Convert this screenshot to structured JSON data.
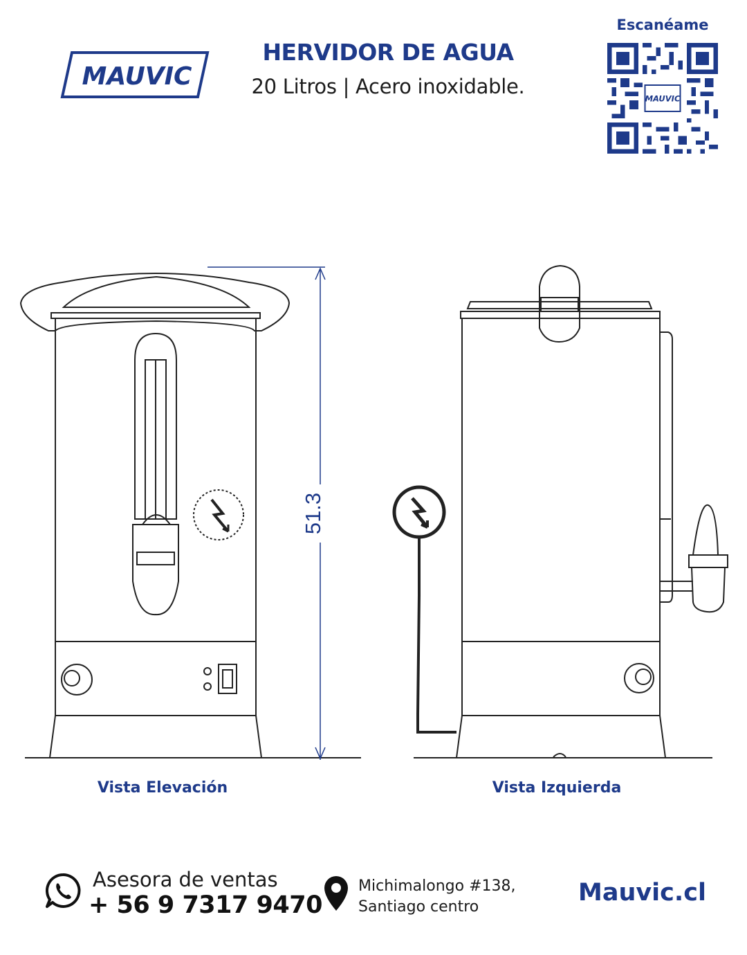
{
  "brand": {
    "logo_text": "MAUVIC",
    "accent_color": "#1e3a8a"
  },
  "header": {
    "title": "HERVIDOR DE AGUA",
    "subtitle": "20 Litros | Acero inoxidable.",
    "qr_label": "Escanéame",
    "qr_logo_text": "MAUVIC"
  },
  "drawing": {
    "dimension_label": "51.3",
    "views": [
      {
        "caption": "Vista Elevación"
      },
      {
        "caption": "Vista Izquierda"
      }
    ]
  },
  "footer": {
    "sales_label": "Asesora de ventas",
    "sales_phone": "+ 56 9 7317 9470",
    "address_line1": "Michimalongo #138,",
    "address_line2": "Santiago centro",
    "website": "Mauvic.cl",
    "icons": [
      "whatsapp-icon",
      "location-pin-icon"
    ]
  }
}
